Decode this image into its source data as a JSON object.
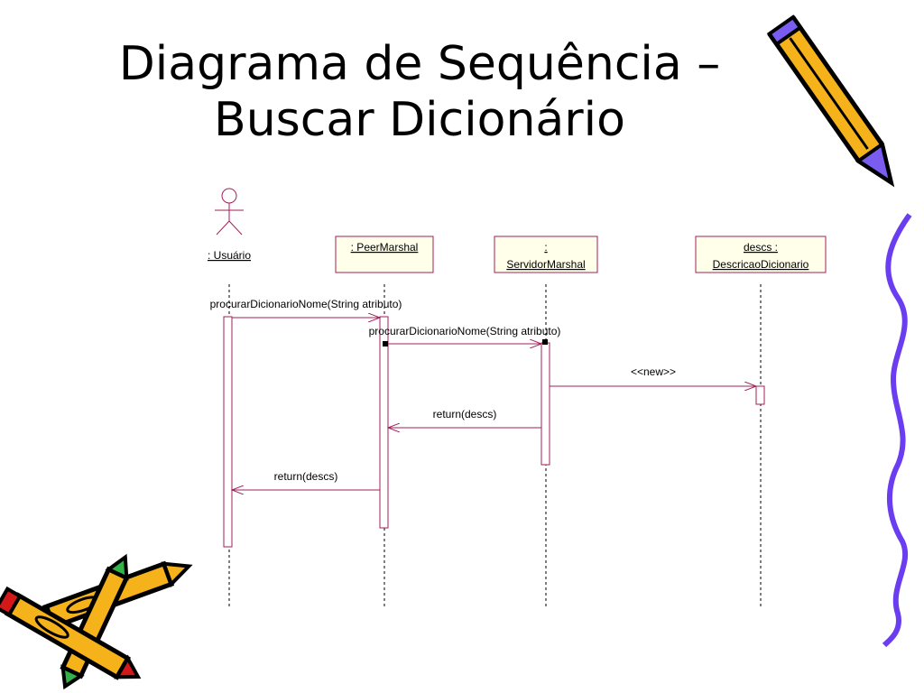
{
  "slide": {
    "title_line1": "Diagrama de Sequência –",
    "title_line2": "Buscar Dicionário"
  },
  "diagram": {
    "actor": {
      "label": ": Usuário"
    },
    "objects": [
      {
        "line1": ": PeerMarshal",
        "line2": ""
      },
      {
        "line1": ":",
        "line2": "ServidorMarshal"
      },
      {
        "line1": "descs :",
        "line2": "DescricaoDicionario"
      }
    ],
    "messages": [
      {
        "text": "procurarDicionarioNome(String atributo)"
      },
      {
        "text": "procurarDicionarioNome(String atributo)"
      },
      {
        "text": "<<new>>"
      },
      {
        "text": "return(descs)"
      },
      {
        "text": "return(descs)"
      }
    ]
  },
  "decorations": [
    "pencil-icon",
    "pencils-icon",
    "wavy-line"
  ]
}
